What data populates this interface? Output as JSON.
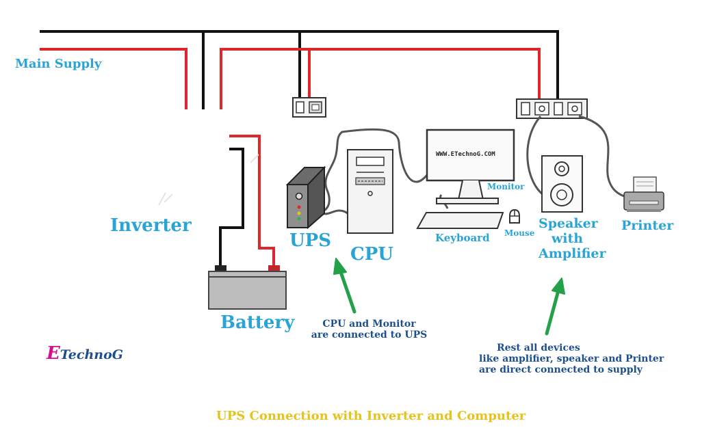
{
  "labels": {
    "main_supply": "Main Supply",
    "inverter": "Inverter",
    "battery": "Battery",
    "ups": "UPS",
    "cpu": "CPU",
    "monitor": "Monitor",
    "monitor_screen_text": "WWW.ETechnoG.COM",
    "keyboard": "Keyboard",
    "mouse": "Mouse",
    "speaker_line1": "Speaker",
    "speaker_line2": "with",
    "speaker_line3": "Amplifier",
    "printer": "Printer",
    "cpu_note_line1": "CPU and Monitor",
    "cpu_note_line2": "are connected to UPS",
    "rest_note_line1": "Rest all devices",
    "rest_note_line2": "like amplifier, speaker and Printer",
    "rest_note_line3": "are direct connected to supply",
    "caption": "UPS Connection with Inverter and Computer"
  },
  "logo": {
    "letter": "E",
    "text": "TechnoG"
  },
  "colors": {
    "label_blue": "#2aa4d4",
    "note_navy": "#1d4f8c",
    "arrow_green": "#22a04a",
    "caption_yellow": "#e6c21a",
    "logo_magenta": "#d3128a",
    "wire_red": "#e0262b",
    "wire_black": "#111111"
  }
}
